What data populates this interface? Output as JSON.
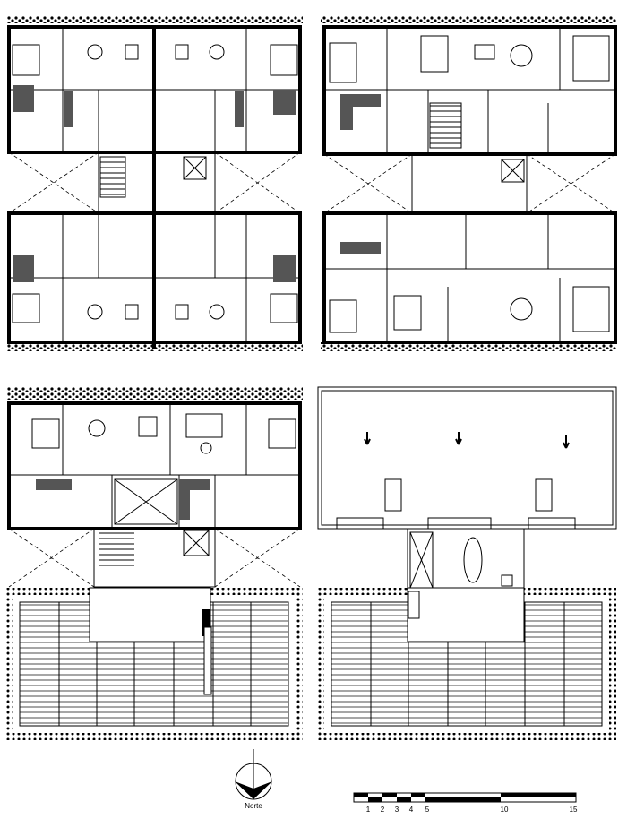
{
  "drawing": {
    "plans": [
      {
        "id": "plan-typical-floor"
      },
      {
        "id": "plan-alt-floor"
      },
      {
        "id": "plan-ground-floor"
      },
      {
        "id": "plan-roof"
      }
    ]
  },
  "north_arrow": {
    "label": "Norte"
  },
  "scale_bar": {
    "ticks": [
      "1",
      "2",
      "3",
      "4",
      "5",
      "10",
      "15"
    ]
  },
  "colors": {
    "ink": "#000000",
    "paper": "#ffffff"
  }
}
